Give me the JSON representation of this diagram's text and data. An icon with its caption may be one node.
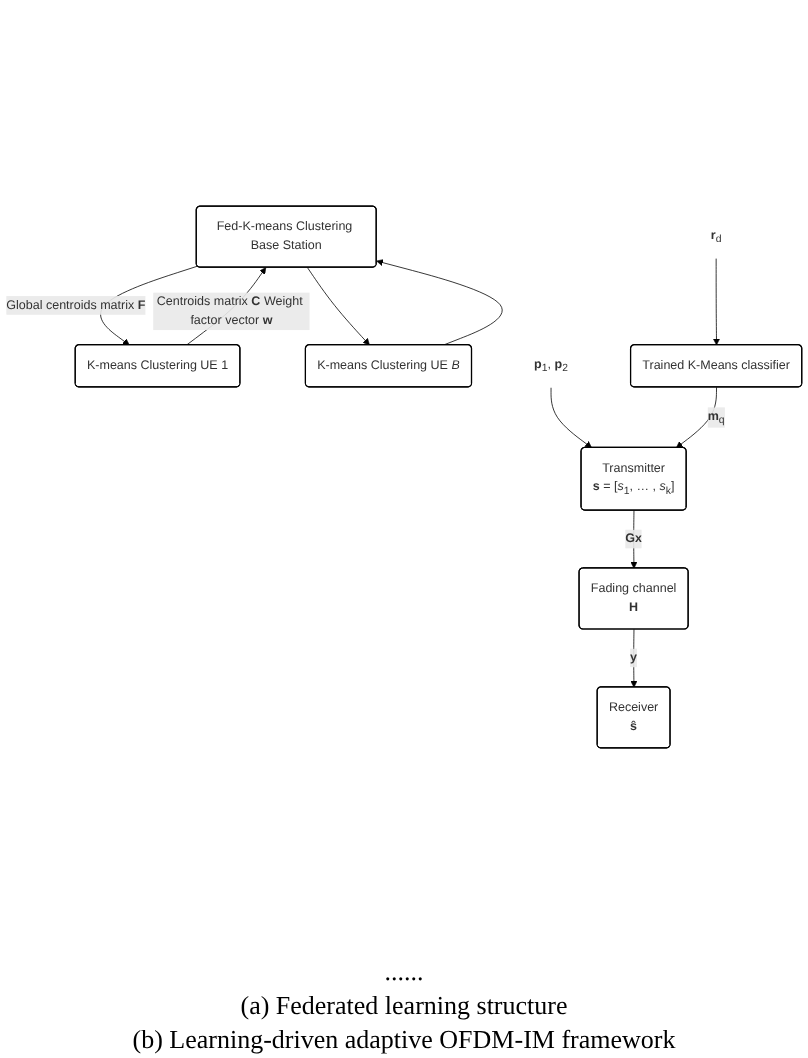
{
  "diagram": {
    "nodes": [
      {
        "text": [
          "Fed-K-means Clustering Base Station"
        ]
      },
      {
        "text": [
          "K-means Clustering UE 1"
        ]
      },
      {
        "text": [
          "K-means Clustering UE *B*"
        ]
      },
      {
        "text": [
          "Trained K-Means classifier"
        ]
      },
      {
        "text": [
          "**p**$_{1}$, **p**$_{2}$"
        ]
      },
      {
        "text": [
          "**r**$_{d}$"
        ]
      },
      {
        "text": [
          "Transmitter",
          "**s** = [*s*$_{1}$, … , *s*$_{k}$]"
        ]
      },
      {
        "text": [
          "Fading channel",
          "**H**"
        ]
      },
      {
        "text": [
          "Receiver",
          "**ŝ**"
        ]
      }
    ],
    "edges": [
      {
        "from": 1,
        "to": 0,
        "arrow": "to",
        "label": "Centroids matrix **C** Weight factor vector **w**"
      },
      {
        "from": 0,
        "to": 1,
        "arrow": "to",
        "label": "Global centroids matrix **F**"
      },
      {
        "from": 2,
        "to": 0,
        "arrow": "to"
      },
      {
        "from": 0,
        "to": 2,
        "arrow": "to"
      },
      {
        "from": 4,
        "to": 6,
        "arrow": "to"
      },
      {
        "from": 3,
        "to": 6,
        "arrow": "to",
        "label": "**m**$_{q}$"
      },
      {
        "from": 5,
        "to": 3,
        "arrow": "to"
      },
      {
        "from": 6,
        "to": 7,
        "arrow": "to",
        "label": "**Gx**"
      },
      {
        "from": 7,
        "to": 8,
        "arrow": "to",
        "label": "**y**"
      }
    ],
    "labels": [
      "......",
      "(a) Federated learning structure",
      "(b) Learning-driven adaptive OFDM-IM framework"
    ]
  }
}
